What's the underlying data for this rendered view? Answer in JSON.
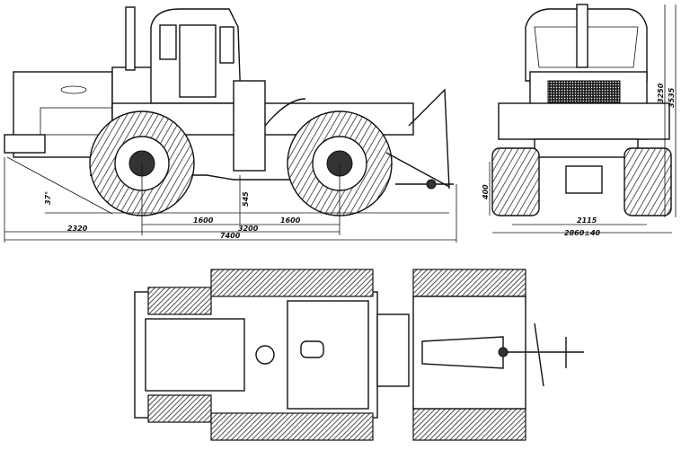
{
  "title": "Tractor general arrangement drawing",
  "side_view": {
    "dimensions": {
      "front_overhang": "2320",
      "axle_front_to_hitch": "1600",
      "wheelbase": "3200",
      "hitch_to_rear_axle": "1600",
      "overall_length": "7400",
      "hitch_height": "545",
      "approach_angle": "37°"
    }
  },
  "front_view": {
    "dimensions": {
      "ground_clearance": "400",
      "track_width": "2115",
      "overall_width": "2860±40",
      "cab_height": "3250",
      "overall_height": "3535"
    }
  },
  "top_view": {}
}
